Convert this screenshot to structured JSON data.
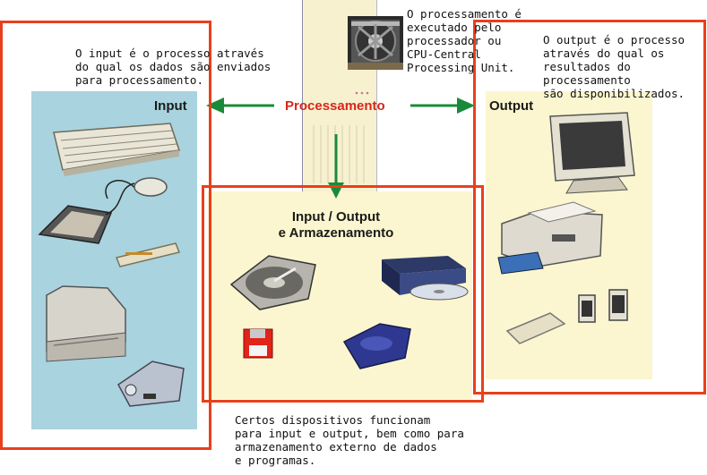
{
  "notes": {
    "input": "O input é o processo através\ndo qual os dados são enviados\npara processamento.",
    "processing": "O processamento é\nexecutado pelo\nprocessador ou\nCPU-Central\nProcessing Unit.",
    "output": "O output é o processo\natravés do qual os\nresultados do\nprocessamento\nsão disponibilizados.",
    "io": "Certos dispositivos funcionam\npara input e output, bem como para\narmazenamento externo de dados\ne programas."
  },
  "labels": {
    "input": "Input",
    "output": "Output",
    "processing": "Processamento",
    "io_line1": "Input / Output",
    "io_line2": "e Armazenamento"
  },
  "colors": {
    "frame": "#e8401c",
    "arrow": "#1a8a3a",
    "processing_label": "#d8261a",
    "input_bg": "#a9d3de",
    "io_bg": "#fbf6cf"
  },
  "icons": [
    "cpu-fan-icon",
    "keyboard-icon",
    "mouse-icon",
    "graphics-tablet-icon",
    "modem-icon",
    "scanner-icon",
    "webcam-icon",
    "hard-disk-icon",
    "cd-drive-icon",
    "floppy-disk-icon",
    "zip-drive-icon",
    "monitor-icon",
    "printer-icon",
    "speakers-icon"
  ]
}
